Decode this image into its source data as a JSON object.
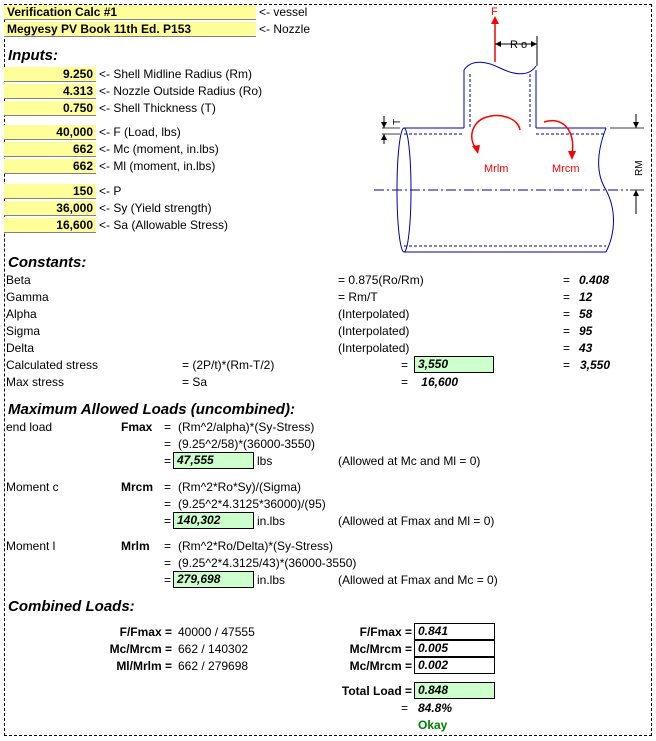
{
  "header": {
    "title": "Verification Calc #1",
    "title_note": "<- vessel",
    "reference": "Megyesy PV Book 11th Ed. P153",
    "reference_note": "<- Nozzle"
  },
  "inputs": {
    "heading": "Inputs:",
    "rows": [
      {
        "value": "9.250",
        "label": "<- Shell Midline Radius (Rm)"
      },
      {
        "value": "4.313",
        "label": "<- Nozzle Outside Radius (Ro)"
      },
      {
        "value": "0.750",
        "label": "<- Shell Thickness (T)"
      },
      {
        "value": "40,000",
        "label": "<- F (Load, lbs)"
      },
      {
        "value": "662",
        "label": "<- Mc (moment, in.lbs)"
      },
      {
        "value": "662",
        "label": "<- Ml (moment, in.lbs)"
      },
      {
        "value": "150",
        "label": "<- P"
      },
      {
        "value": "36,000",
        "label": "<- Sy (Yield strength)"
      },
      {
        "value": "16,600",
        "label": "<- Sa (Allowable Stress)"
      }
    ]
  },
  "diagram": {
    "force_label": "F",
    "ro_label": "R o",
    "t_label": "T",
    "rm_label": "RM",
    "mrlm_label": "Mrlm",
    "mrcm_label": "Mrcm"
  },
  "constants": {
    "heading": "Constants:",
    "rows": [
      {
        "name": "Beta",
        "formula": "= 0.875(Ro/Rm)",
        "eq": "=",
        "value": "0.408"
      },
      {
        "name": "Gamma",
        "formula": "= Rm/T",
        "eq": "=",
        "value": "12"
      },
      {
        "name": "Alpha",
        "formula": "(Interpolated)",
        "eq": "=",
        "value": "58"
      },
      {
        "name": "Sigma",
        "formula": "(Interpolated)",
        "eq": "=",
        "value": "95"
      },
      {
        "name": "Delta",
        "formula": "(Interpolated)",
        "eq": "=",
        "value": "43"
      }
    ],
    "calc_stress": {
      "name": "Calculated stress",
      "formula": "= (2P/t)*(Rm-T/2)",
      "eq": "=",
      "cell": "3,550",
      "eq2": "=",
      "value": "3,550"
    },
    "max_stress": {
      "name": "Max stress",
      "formula": "= Sa",
      "eq": "=",
      "value": "16,600"
    }
  },
  "max_loads": {
    "heading": "Maximum Allowed Loads (uncombined):",
    "fmax": {
      "name": "end load",
      "symbol": "Fmax",
      "eq1": "=",
      "formula": "(Rm^2/alpha)*(Sy-Stress)",
      "eq2": "=",
      "sub": "(9.25^2/58)*(36000-3550)",
      "eq3": "=",
      "value": "47,555",
      "unit": "lbs",
      "note": "(Allowed at Mc and Ml = 0)"
    },
    "mrcm": {
      "name": "Moment c",
      "symbol": "Mrcm",
      "eq1": "=",
      "formula": "(Rm^2*Ro*Sy)/(Sigma)",
      "eq2": "=",
      "sub": "(9.25^2*4.3125*36000)/(95)",
      "eq3": "=",
      "value": "140,302",
      "unit": "in.lbs",
      "note": "(Allowed at Fmax and Ml = 0)"
    },
    "mrlm": {
      "name": "Moment l",
      "symbol": "Mrlm",
      "eq1": "=",
      "formula": "(Rm^2*Ro/Delta)*(Sy-Stress)",
      "eq2": "=",
      "sub": "(9.25^2*4.3125/43)*(36000-3550)",
      "eq3": "=",
      "value": "279,698",
      "unit": "in.lbs",
      "note": "(Allowed at Fmax and Mc = 0)"
    }
  },
  "combined": {
    "heading": "Combined Loads:",
    "rows": [
      {
        "label": "F/Fmax =",
        "expr": "40000 / 47555",
        "label2": "F/Fmax =",
        "value": "0.841"
      },
      {
        "label": "Mc/Mrcm =",
        "expr": "662 / 140302",
        "label2": "Mc/Mrcm =",
        "value": "0.005"
      },
      {
        "label": "Ml/Mrlm =",
        "expr": "662 / 279698",
        "label2": "Mc/Mrcm =",
        "value": "0.002"
      }
    ],
    "total_label": "Total Load =",
    "total_value": "0.848",
    "pct_eq": "=",
    "pct_value": "84.8%",
    "status": "Okay"
  }
}
